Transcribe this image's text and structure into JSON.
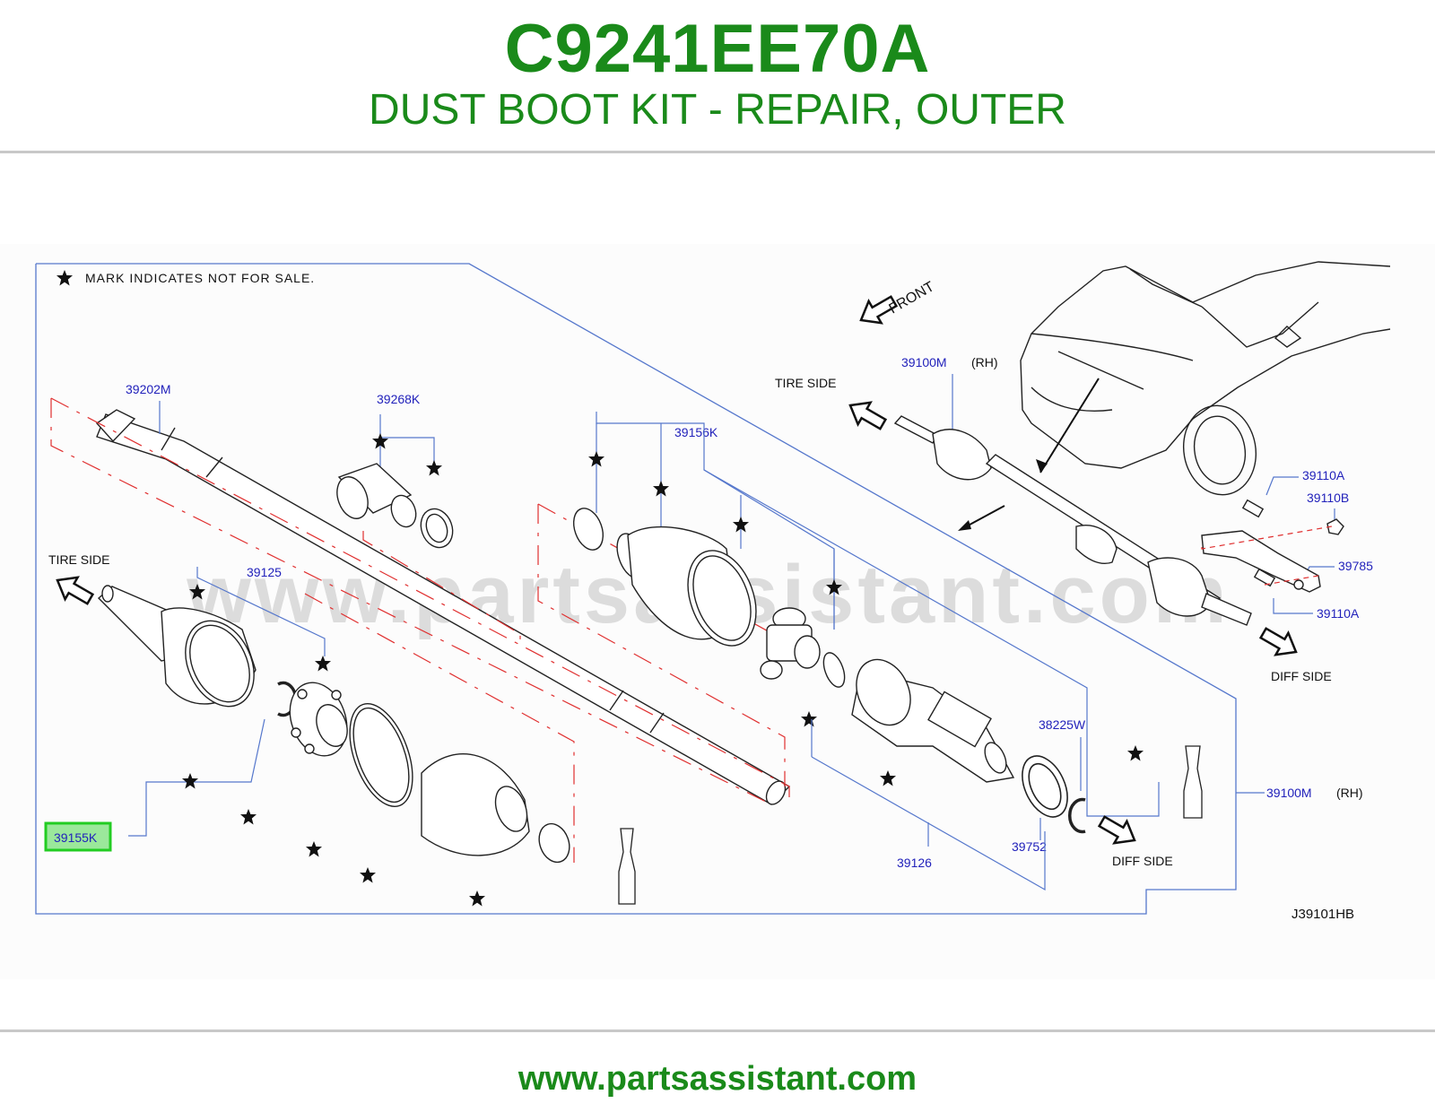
{
  "header": {
    "part_number": "C9241EE70A",
    "description": "DUST BOOT KIT - REPAIR, OUTER"
  },
  "diagram": {
    "note": "MARK  INDICATES  NOT  FOR  SALE.",
    "front_label": "FRONT",
    "tire_side_label": "TIRE  SIDE",
    "diff_side_label": "DIFF  SIDE",
    "rh_label": "(RH)",
    "drawing_code": "J39101HB",
    "watermark": "www.partsassistant.com",
    "callouts": {
      "p39202M": "39202M",
      "p39268K": "39268K",
      "p39156K": "39156K",
      "p39100M": "39100M",
      "p39125": "39125",
      "p39155K": "39155K",
      "p39126": "39126",
      "p39752": "39752",
      "p38225W": "38225W",
      "p39110A": "39110A",
      "p39110B": "39110B",
      "p39785": "39785"
    },
    "highlighted_part": "39155K",
    "colors": {
      "callout": "#2222bb",
      "leader": "#5577cc",
      "dash_red": "#e03030",
      "highlight": "#22cc22",
      "brand_green": "#1a8a1a"
    }
  },
  "footer": {
    "url": "www.partsassistant.com"
  }
}
